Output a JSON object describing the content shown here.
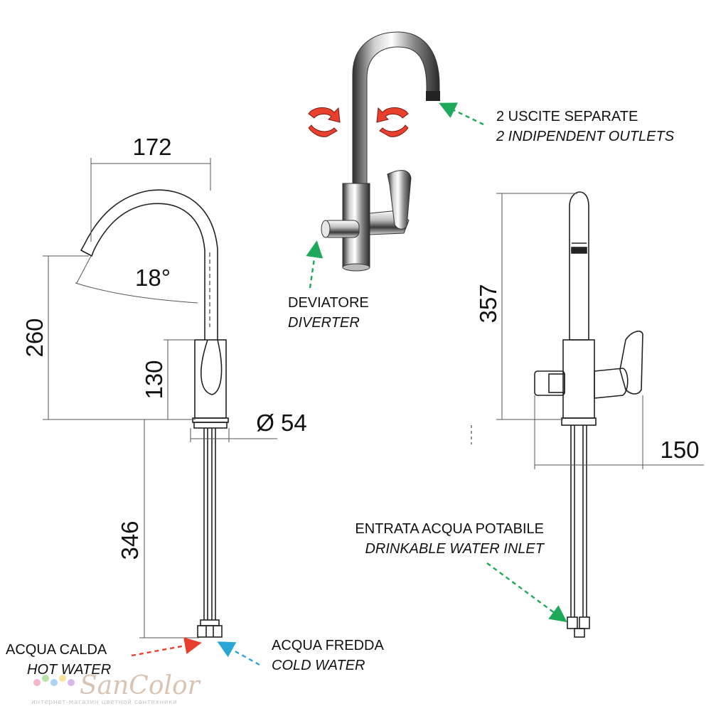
{
  "dimensions": {
    "spout_reach": "172",
    "angle": "18°",
    "spout_height": "260",
    "body_height": "130",
    "base_diameter": "Ø 54",
    "pipe_length": "346",
    "total_height": "357",
    "depth": "150"
  },
  "labels": {
    "outlets_it": "2  USCITE  SEPARATE",
    "outlets_en": "2 INDIPENDENT OUTLETS",
    "diverter_it": "DEVIATORE",
    "diverter_en": "DIVERTER",
    "water_inlet_it": "ENTRATA ACQUA POTABILE",
    "water_inlet_en": "DRINKABLE WATER INLET",
    "hot_it": "ACQUA CALDA",
    "hot_en": "HOT WATER",
    "cold_it": "ACQUA FREDDA",
    "cold_en": "COLD WATER"
  },
  "watermark": {
    "brand": "SanColor",
    "tagline": "интернет-магазин цветной сантехники"
  },
  "colors": {
    "line": "#222222",
    "dim_line": "#555555",
    "rotation_arrow": "#e8402f",
    "green_arrow": "#1ea85a",
    "red_arrow": "#e8402f",
    "blue_arrow": "#2aa6d6",
    "chrome_dark": "#3a3a3a",
    "chrome_light": "#f4f4f4"
  }
}
